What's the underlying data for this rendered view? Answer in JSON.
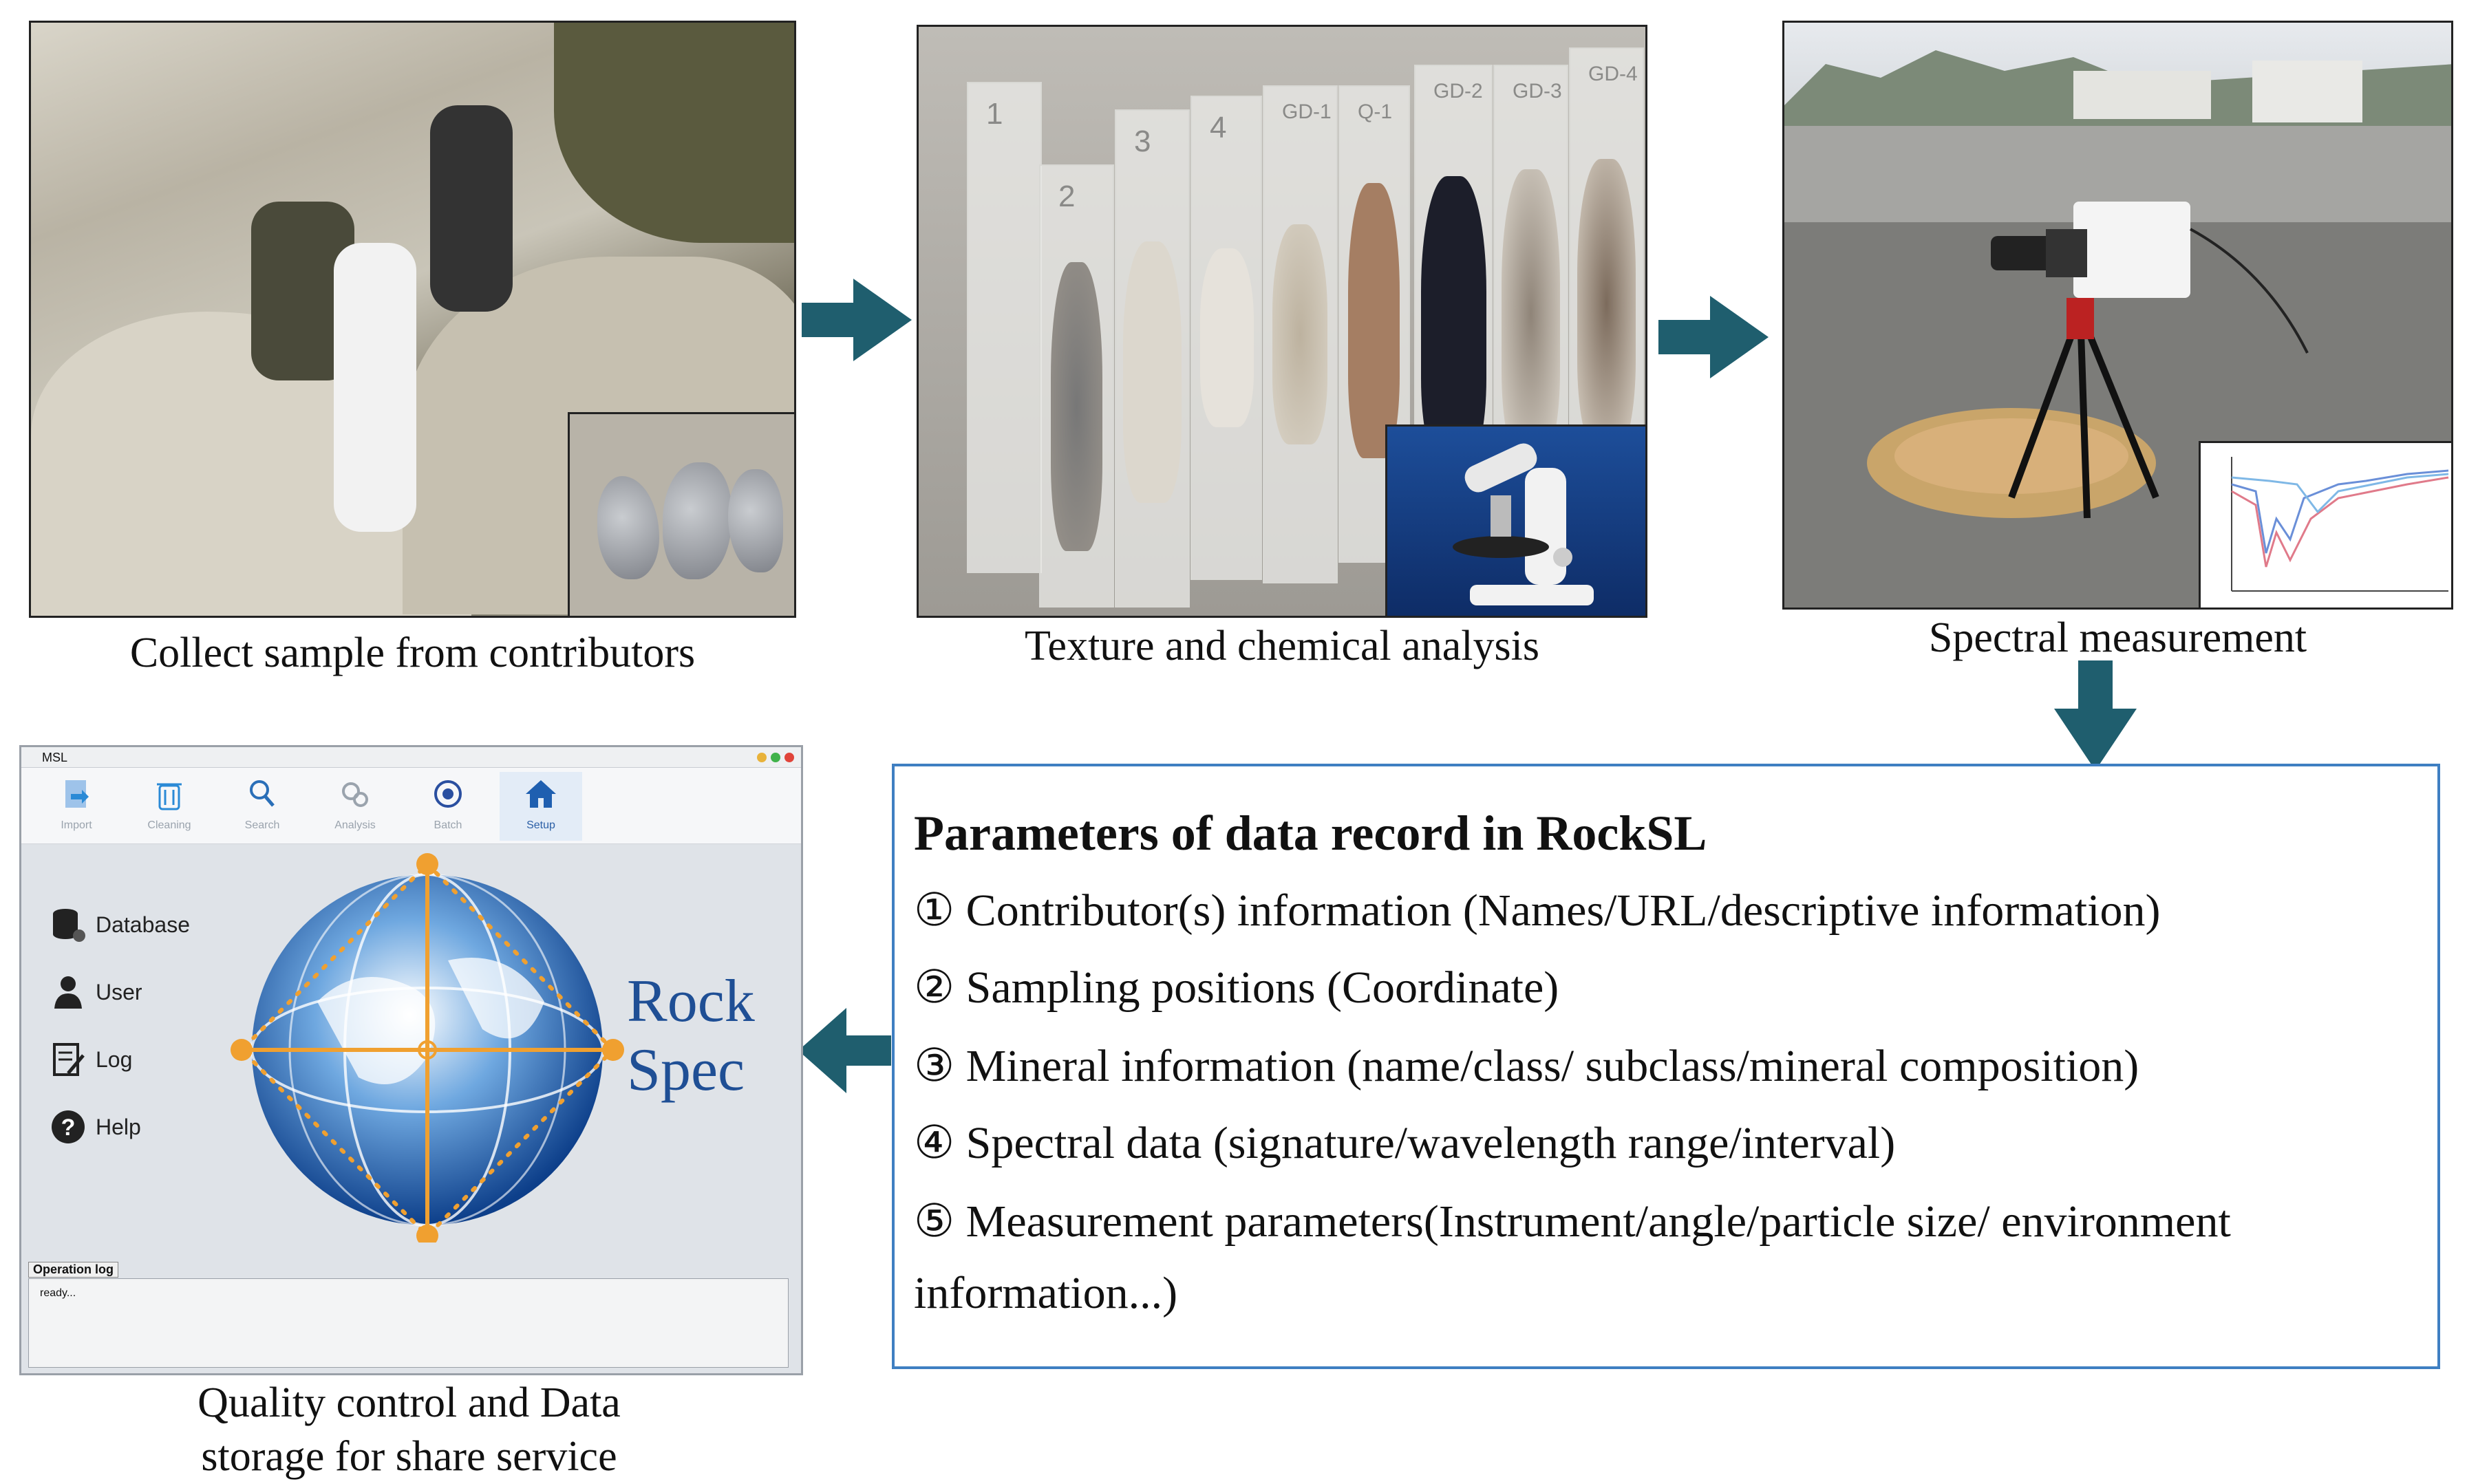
{
  "captions": {
    "collect": "Collect sample from contributors",
    "texture": "Texture and chemical analysis",
    "spectral": "Spectral measurement",
    "quality_line1": "Quality control and  Data",
    "quality_line2": "storage for share service"
  },
  "slides": [
    "1",
    "2",
    "3",
    "4",
    "GD-1",
    "Q-1",
    "GD-2",
    "GD-3",
    "GD-4"
  ],
  "software": {
    "window_title": "MSL",
    "toolbar": [
      {
        "label": "Import",
        "icon": "import-icon"
      },
      {
        "label": "Cleaning",
        "icon": "trash-icon"
      },
      {
        "label": "Search",
        "icon": "search-icon"
      },
      {
        "label": "Analysis",
        "icon": "analysis-icon"
      },
      {
        "label": "Batch",
        "icon": "batch-icon"
      },
      {
        "label": "Setup",
        "icon": "home-icon"
      }
    ],
    "sidebar": [
      {
        "label": "Database",
        "icon": "database-icon"
      },
      {
        "label": "User",
        "icon": "user-icon"
      },
      {
        "label": "Log",
        "icon": "log-icon"
      },
      {
        "label": "Help",
        "icon": "help-icon"
      }
    ],
    "brand_line1": "Rock",
    "brand_line2": "Spec",
    "oplog_label": "Operation log",
    "oplog_text": "ready..."
  },
  "parameters": {
    "title": "Parameters of data record in RockSL",
    "items": [
      "① Contributor(s) information (Names/URL/descriptive information)",
      "② Sampling positions (Coordinate)",
      "③ Mineral information (name/class/ subclass/mineral composition)",
      "④ Spectral data (signature/wavelength range/interval)",
      "⑤ Measurement parameters(Instrument/angle/particle size/ environment",
      "information...)"
    ]
  },
  "colors": {
    "arrow": "#1f5e6e",
    "param_border": "#3f7fc2",
    "brand": "#1f4f95",
    "globe_lines": "#f0a030"
  }
}
